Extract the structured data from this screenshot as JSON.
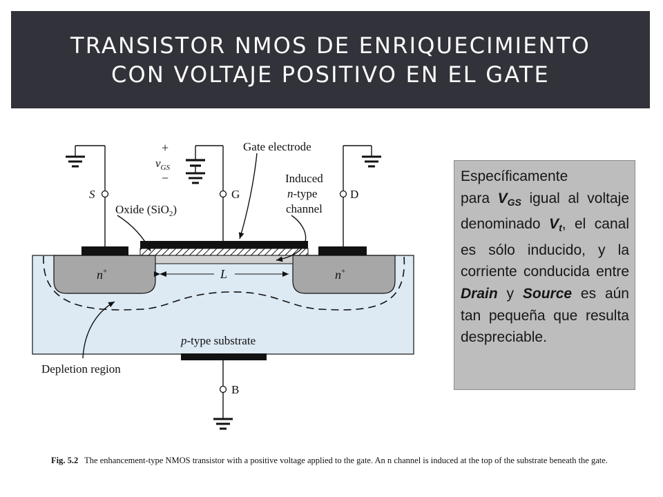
{
  "slide": {
    "title_line1": "TRANSISTOR NMOS DE ENRIQUECIMIENTO",
    "title_line2": "CON VOLTAJE POSITIVO EN EL GATE"
  },
  "colors": {
    "title_bg": "#32323a",
    "substrate": "#dde9f3",
    "n_plus_region": "#a7a7a7",
    "callout_bg": "#bdbdbd",
    "metal": "#111111"
  },
  "diagram": {
    "supply_plus": "+",
    "supply_minus": "−",
    "vgs_symbol": "v",
    "vgs_subscript": "GS",
    "gate_electrode_label": "Gate electrode",
    "induced_label_1": "Induced",
    "induced_label_2_prefix": "n",
    "induced_label_2_suffix": "-type",
    "induced_label_3": "channel",
    "oxide_label_prefix": "Oxide (SiO",
    "oxide_label_sub": "2",
    "oxide_label_suffix": ")",
    "terminal_source": "S",
    "terminal_gate": "G",
    "terminal_drain": "D",
    "terminal_body": "B",
    "n_plus_left_n": "n",
    "n_plus_left_sup": "+",
    "n_plus_right_n": "n",
    "n_plus_right_sup": "+",
    "channel_length": "L",
    "substrate_prefix": "p",
    "substrate_suffix": "-type substrate",
    "depletion_label": "Depletion region"
  },
  "callout": {
    "w1": "Específicamente",
    "w2": "para",
    "vgs_main": "V",
    "vgs_sub": "GS",
    "w3": "igual al voltaje denominado",
    "vt_main": "V",
    "vt_sub": "t",
    "w4": ", el canal es sólo inducido, y la corriente conducida entre",
    "drain": "Drain",
    "w5": "y",
    "source": "Source",
    "w6": "es aún tan pequeña que resulta despreciable."
  },
  "caption": {
    "fig_label": "Fig. 5.2",
    "text": "The enhancement-type NMOS transistor with a positive voltage applied to the gate.  An n channel is induced at the top of the substrate beneath the gate."
  }
}
